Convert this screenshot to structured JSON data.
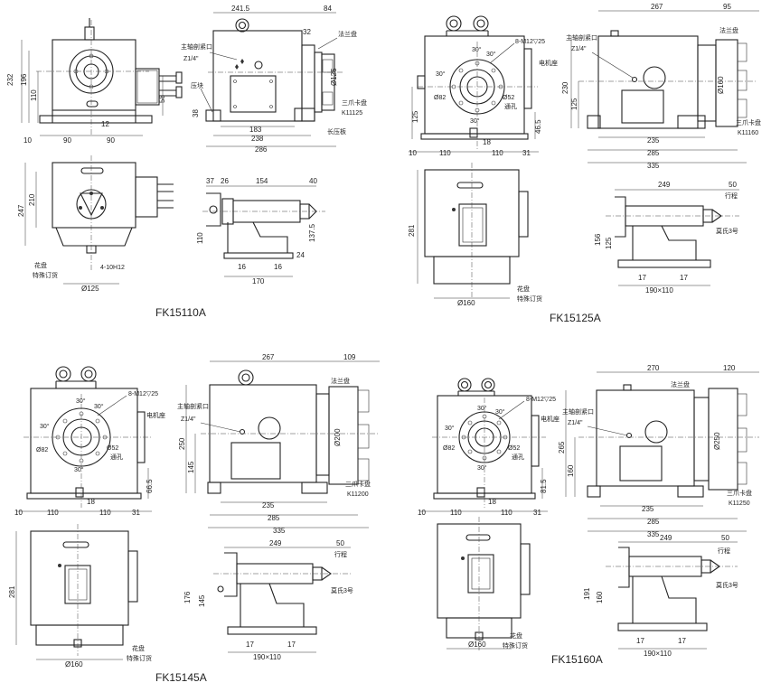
{
  "models": [
    {
      "model": "FK15110A",
      "dims_front": {
        "overall_h": "232",
        "h_196": "196",
        "center_h": "110",
        "w_left": "90",
        "w_right": "90",
        "offset_10": "10",
        "slot_12": "12",
        "motor_58": "58"
      },
      "dims_side": {
        "overall_l": "241.5",
        "chuck_84": "84",
        "flange_32": "32",
        "base_183": "183",
        "base_238": "238",
        "total_286": "286",
        "foot_38": "38",
        "bore": "Ø125"
      },
      "dims_table": {
        "h_247": "247",
        "h_210": "210",
        "slots": "4-10H12",
        "dia": "Ø125"
      },
      "dims_tail": {
        "w37": "37",
        "w26": "26",
        "l154": "154",
        "w40": "40",
        "h110": "110",
        "h137": "137.5",
        "w16a": "16",
        "w16b": "16",
        "h24": "24",
        "l170": "170"
      },
      "labels": {
        "lock": "主轴剖紧口",
        "thread": "Z1/4\"",
        "flange": "法兰盘",
        "chuck": "三爪卡盘",
        "chuck_code": "K11125",
        "clamp": "压块",
        "plate": "长压板",
        "faceplate": "花盘",
        "special": "特殊订货"
      }
    },
    {
      "model": "FK15125A",
      "dims_front": {
        "bolts": "8-M12▽25",
        "ang1": "30°",
        "ang2": "30°",
        "ang3": "30°",
        "ang4": "30°",
        "d82": "Ø82",
        "d52": "Ø52",
        "through": "通孔",
        "h125": "125",
        "h46": "46.5",
        "w10": "10",
        "w110a": "110",
        "w110b": "110",
        "w31": "31",
        "w18": "18",
        "motor": "电机座"
      },
      "dims_side": {
        "l267": "267",
        "w95": "95",
        "h230": "230",
        "h125s": "125",
        "b235": "235",
        "b285": "285",
        "b335": "335",
        "dia": "Ø160"
      },
      "dims_table": {
        "h281": "281",
        "dia": "Ø160"
      },
      "dims_tail": {
        "l249": "249",
        "w50": "50",
        "h156": "156",
        "h125": "125",
        "w17a": "17",
        "w17b": "17",
        "base": "190×110"
      },
      "labels": {
        "lock": "主轴剖紧口",
        "thread": "Z1/4\"",
        "flange": "法兰盘",
        "chuck": "三爪卡盘",
        "chuck_code": "K11160",
        "travel": "行程",
        "morse": "莫氏3号",
        "faceplate": "花盘",
        "special": "特殊订货"
      }
    },
    {
      "model": "FK15145A",
      "dims_front": {
        "bolts": "8-M12▽25",
        "ang1": "30°",
        "ang2": "30°",
        "ang3": "30°",
        "ang4": "30°",
        "d82": "Ø82",
        "d52": "Ø52",
        "through": "通孔",
        "h66": "66.5",
        "w10": "10",
        "w110a": "110",
        "w110b": "110",
        "w31": "31",
        "w18": "18",
        "motor": "电机座"
      },
      "dims_side": {
        "l267": "267",
        "w109": "109",
        "h250": "250",
        "h145": "145",
        "b235": "235",
        "b285": "285",
        "b335": "335",
        "dia": "Ø200"
      },
      "dims_table": {
        "h281": "281",
        "dia": "Ø160"
      },
      "dims_tail": {
        "l249": "249",
        "w50": "50",
        "h176": "176",
        "h145": "145",
        "w17a": "17",
        "w17b": "17",
        "base": "190×110"
      },
      "labels": {
        "lock": "主轴剖紧口",
        "thread": "Z1/4\"",
        "flange": "法兰盘",
        "chuck": "三爪卡盘",
        "chuck_code": "K11200",
        "travel": "行程",
        "morse": "莫氏3号",
        "faceplate": "花盘",
        "special": "特殊订货"
      }
    },
    {
      "model": "FK15160A",
      "dims_front": {
        "bolts": "8-M12▽25",
        "ang1": "30°",
        "ang2": "30°",
        "ang3": "30°",
        "ang4": "30°",
        "d82": "Ø82",
        "d52": "Ø52",
        "through": "通孔",
        "h81": "81.5",
        "w10": "10",
        "w110a": "110",
        "w110b": "110",
        "w31": "31",
        "w18": "18",
        "motor": "电机座"
      },
      "dims_side": {
        "l270": "270",
        "w120": "120",
        "h265": "265",
        "h160": "160",
        "b235": "235",
        "b285": "285",
        "b335": "335",
        "dia": "Ø250"
      },
      "dims_table": {
        "dia": "Ø160"
      },
      "dims_tail": {
        "l249": "249",
        "w50": "50",
        "h191": "191",
        "h160": "160",
        "w17a": "17",
        "w17b": "17",
        "base": "190×110"
      },
      "labels": {
        "lock": "主轴剖紧口",
        "thread": "Z1/4\"",
        "flange": "法兰盘",
        "chuck": "三爪卡盘",
        "chuck_code": "K11250",
        "travel": "行程",
        "morse": "莫氏3号",
        "faceplate": "花盘",
        "special": "特殊订货"
      }
    }
  ],
  "colors": {
    "line": "#222222",
    "background": "#ffffff"
  }
}
